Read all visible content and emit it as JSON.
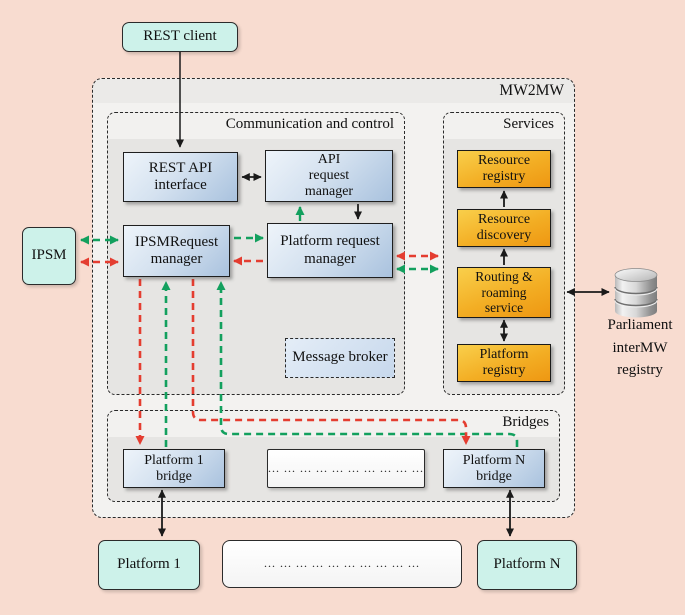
{
  "figure": {
    "type": "architecture-diagram",
    "subject": "MW2MW middleware"
  },
  "colors": {
    "background": "#f8dcd0",
    "outer_container_fill": "#f3f2f0",
    "inner_container_fill": "#e6e5e3",
    "blue_box": "#c9d9ec",
    "orange_box": "#f3a81f",
    "cyan_box": "#cdf2ea",
    "green_arrow": "#13a05e",
    "red_arrow": "#e43d30",
    "black_arrow": "#1a1a1a"
  },
  "containers": {
    "mw2mw": {
      "label": "MW2MW"
    },
    "communication": {
      "label": "Communication and control"
    },
    "services": {
      "label": "Services"
    },
    "bridges": {
      "label": "Bridges"
    }
  },
  "nodes": {
    "rest_client": {
      "label": "REST client"
    },
    "ipsm": {
      "label": "IPSM"
    },
    "rest_api_interface": {
      "lines": [
        "REST API",
        "interface"
      ]
    },
    "api_request_manager": {
      "lines": [
        "API",
        "request",
        "manager"
      ]
    },
    "ipsm_request_manager": {
      "lines": [
        "IPSMRequest",
        "manager"
      ]
    },
    "platform_request_manager": {
      "lines": [
        "Platform request",
        "manager"
      ]
    },
    "message_broker": {
      "label": "Message broker"
    },
    "resource_registry": {
      "lines": [
        "Resource",
        "registry"
      ]
    },
    "resource_discovery": {
      "lines": [
        "Resource",
        "discovery"
      ]
    },
    "routing_roaming_service": {
      "lines": [
        "Routing &",
        "roaming",
        "service"
      ]
    },
    "platform_registry": {
      "lines": [
        "Platform",
        "registry"
      ]
    },
    "platform_1_bridge": {
      "lines": [
        "Platform 1",
        "bridge"
      ]
    },
    "bridge_placeholder": {
      "label": "... ... ... ... ... ... ... ... ... ..."
    },
    "platform_n_bridge": {
      "lines": [
        "Platform N",
        "bridge"
      ]
    },
    "platform_1": {
      "label": "Platform 1"
    },
    "platform_placeholder": {
      "label": "... ... ... ... ... ... ... ... ... ..."
    },
    "platform_n": {
      "label": "Platform N"
    },
    "parliament_registry": {
      "lines": [
        "Parliament",
        "interMW",
        "registry"
      ]
    }
  },
  "icons": {
    "database": "database-icon"
  }
}
